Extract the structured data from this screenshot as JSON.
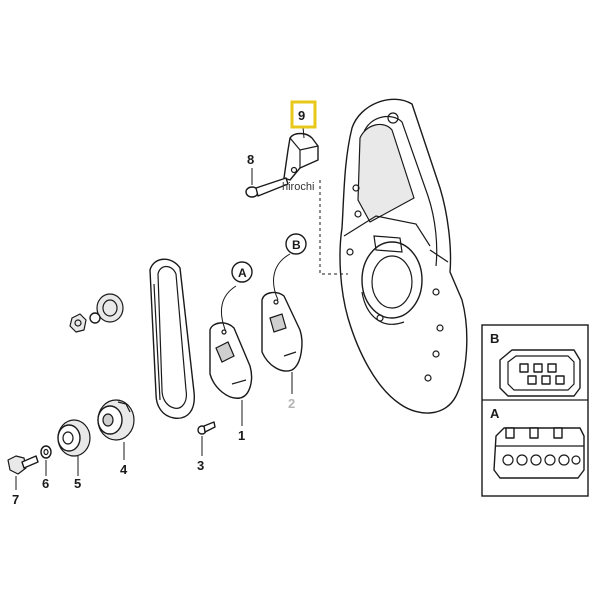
{
  "callouts": {
    "part_1": "1",
    "part_2": "2",
    "part_3": "3",
    "part_4": "4",
    "part_5": "5",
    "part_6": "6",
    "part_7": "7",
    "part_8": "8",
    "part_9": "9"
  },
  "connector_tags": {
    "a": "A",
    "b": "B"
  },
  "inset_labels": {
    "b": "B",
    "a": "A"
  },
  "watermark": "hirochi",
  "colors": {
    "highlight": "#e8c81a",
    "muted_callout": "#b5b5b5",
    "line": "#1a1a1a"
  }
}
